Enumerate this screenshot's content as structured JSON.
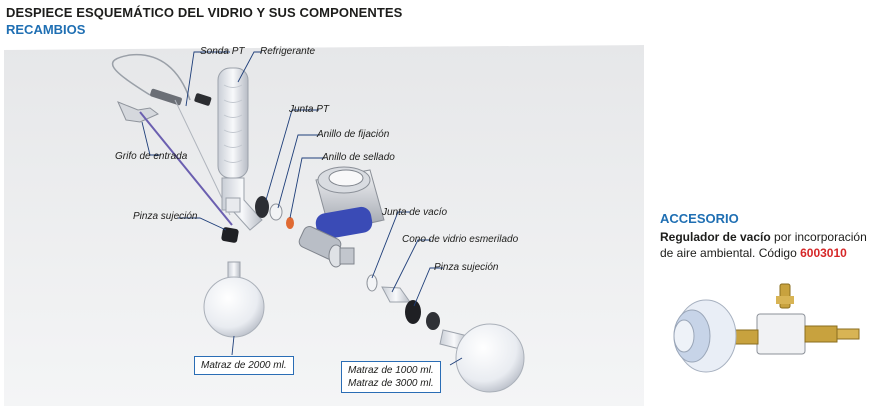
{
  "header": {
    "title": "DESPIECE ESQUEMÁTICO DEL VIDRIO Y SUS COMPONENTES",
    "subtitle": "RECAMBIOS"
  },
  "diagram": {
    "labels": {
      "sonda_pt": "Sonda PT",
      "refrigerante": "Refrigerante",
      "junta_pt": "Junta PT",
      "anillo_fijacion": "Anillo de fijación",
      "anillo_sellado": "Anillo de sellado",
      "grifo_entrada": "Grifo de entrada",
      "pinza_sujecion_1": "Pinza sujeción",
      "junta_vacio": "Junta de vacío",
      "cono_vidrio": "Cono de vidrio esmerilado",
      "pinza_sujecion_2": "Pinza sujeción"
    },
    "flask_2000": "Matraz de 2000 ml.",
    "flask_1000": "Matraz de 1000 ml.",
    "flask_3000": "Matraz de 3000 ml."
  },
  "accessory": {
    "heading": "ACCESORIO",
    "desc_bold": "Regulador de vacío",
    "desc_text": " por incorporación de aire ambiental. Código ",
    "code": "6003010"
  },
  "colors": {
    "accent_blue": "#1f6fb3",
    "code_red": "#d62728",
    "panel_bg": "#e6e7e9"
  }
}
